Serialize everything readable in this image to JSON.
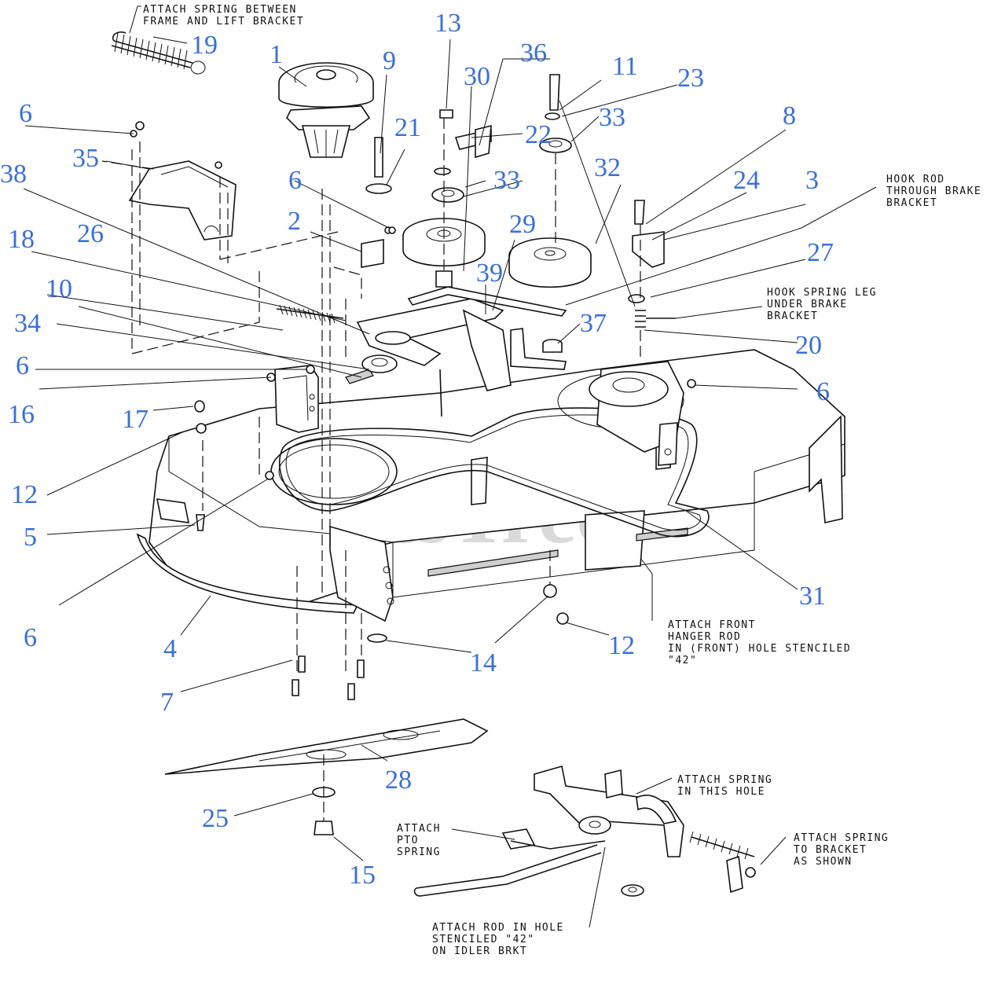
{
  "watermark": {
    "text": "PartsTree",
    "tm": "™"
  },
  "callouts": {
    "c1": "1",
    "c2": "2",
    "c3": "3",
    "c4": "4",
    "c5": "5",
    "c6a": "6",
    "c6b": "6",
    "c6c": "6",
    "c6d": "6",
    "c6e": "6",
    "c7": "7",
    "c8": "8",
    "c9": "9",
    "c10": "10",
    "c11": "11",
    "c12a": "12",
    "c12b": "12",
    "c13": "13",
    "c14": "14",
    "c15": "15",
    "c16": "16",
    "c17": "17",
    "c18": "18",
    "c19": "19",
    "c20": "20",
    "c21": "21",
    "c22": "22",
    "c23": "23",
    "c24": "24",
    "c25": "25",
    "c26": "26",
    "c27": "27",
    "c28": "28",
    "c29": "29",
    "c30": "30",
    "c31": "31",
    "c32": "32",
    "c33a": "33",
    "c33b": "33",
    "c34": "34",
    "c35": "35",
    "c36": "36",
    "c37": "37",
    "c38": "38",
    "c39": "39"
  },
  "notes": {
    "spring_frame": [
      "ATTACH SPRING BETWEEN",
      "FRAME AND LIFT BRACKET"
    ],
    "hook_rod": [
      "HOOK ROD",
      "THROUGH BRAKE",
      "BRACKET"
    ],
    "hook_spring": [
      "HOOK SPRING LEG",
      "UNDER BRAKE",
      "BRACKET"
    ],
    "front_hanger": [
      "ATTACH FRONT",
      "HANGER ROD",
      "IN (FRONT) HOLE STENCILED",
      "\"42\""
    ],
    "spring_hole": [
      "ATTACH SPRING",
      "IN THIS HOLE"
    ],
    "pto_spring": [
      "ATTACH",
      "PTO",
      "SPRING"
    ],
    "spring_bracket": [
      "ATTACH SPRING",
      "TO BRACKET",
      "AS SHOWN"
    ],
    "rod_hole": [
      "ATTACH ROD IN HOLE",
      "STENCILED \"42\"",
      "ON IDLER BRKT"
    ]
  }
}
